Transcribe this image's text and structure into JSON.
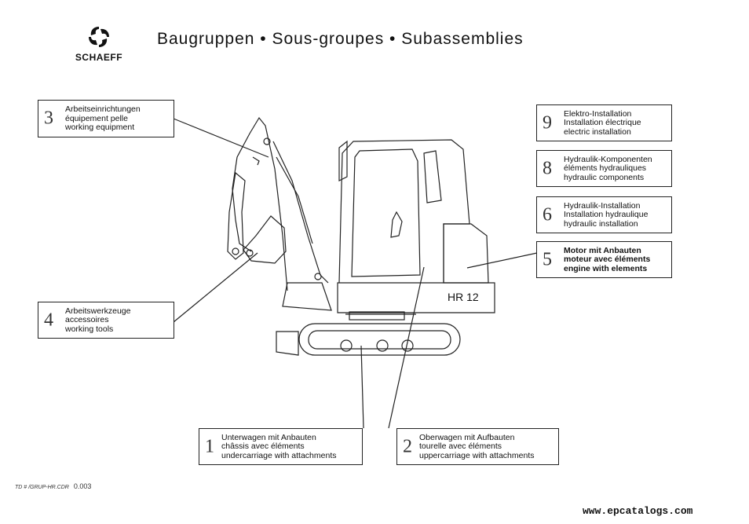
{
  "brand": {
    "name": "SCHAEFF"
  },
  "title": "Baugruppen  •  Sous-groupes  •  Subassemblies",
  "machine_label": "HR 12",
  "boxes": [
    {
      "num": "3",
      "lines": [
        "Arbeitseinrichtungen",
        "équipement pelle",
        "working equipment"
      ]
    },
    {
      "num": "4",
      "lines": [
        "Arbeitswerkzeuge",
        "accessoires",
        "working tools"
      ]
    },
    {
      "num": "9",
      "lines": [
        "Elektro-Installation",
        "Installation électrique",
        "electric installation"
      ]
    },
    {
      "num": "8",
      "lines": [
        "Hydraulik-Komponenten",
        "éléments hydrauliques",
        "hydraulic components"
      ]
    },
    {
      "num": "6",
      "lines": [
        "Hydraulik-Installation",
        "Installation hydraulique",
        "hydraulic installation"
      ]
    },
    {
      "num": "5",
      "lines": [
        "Motor mit Anbauten",
        "moteur avec éléments",
        "engine with elements"
      ]
    },
    {
      "num": "1",
      "lines": [
        "Unterwagen mit Anbauten",
        "châssis avec éléments",
        "undercarriage with attachments"
      ]
    },
    {
      "num": "2",
      "lines": [
        "Oberwagen mit Aufbauten",
        "tourelle avec éléments",
        "uppercarriage with attachments"
      ]
    }
  ],
  "footer": {
    "code_small": "TD  # /GRUP-HR.CDR",
    "code": "0.003"
  },
  "watermark": "www.epcatalogs.com"
}
